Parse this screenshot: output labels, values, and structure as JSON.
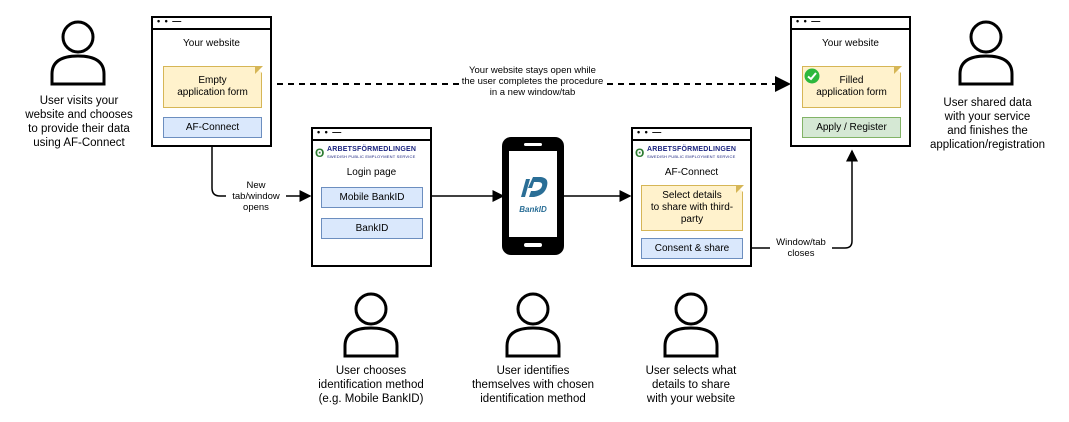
{
  "actors": {
    "visitor_caption": [
      "User visits your",
      "website and chooses",
      "to provide their data",
      "using AF-Connect"
    ],
    "shared_caption": [
      "User shared data",
      "with your service",
      "and finishes the",
      "application/registration"
    ],
    "chooses_caption": [
      "User chooses",
      "identification method",
      "(e.g. Mobile BankID)"
    ],
    "identifies_caption": [
      "User identifies",
      "themselves with chosen",
      "identification method"
    ],
    "selects_caption": [
      "User selects what",
      "details to share",
      "with your website"
    ]
  },
  "website_start": {
    "title": "Your website",
    "form_note": [
      "Empty",
      "application form"
    ],
    "afconnect_button": "AF-Connect"
  },
  "login": {
    "logo_name": "ARBETSFÖRMEDLINGEN",
    "logo_sub": "SWEDISH PUBLIC EMPLOYMENT SERVICE",
    "title": "Login page",
    "mobile_bankid_button": "Mobile BankID",
    "bankid_button": "BankID"
  },
  "phone": {
    "logo_label": "BankID"
  },
  "afconnect": {
    "logo_name": "ARBETSFÖRMEDLINGEN",
    "logo_sub": "SWEDISH PUBLIC EMPLOYMENT SERVICE",
    "title": "AF-Connect",
    "select_note": [
      "Select details",
      "to share with third-",
      "party"
    ],
    "consent_button": "Consent & share"
  },
  "website_end": {
    "title": "Your website",
    "form_note": [
      "Filled",
      "application form"
    ],
    "apply_button": "Apply / Register"
  },
  "edges": {
    "stays_open": [
      "Your website stays open while",
      "the user completes the procedure",
      "in a new window/tab"
    ],
    "new_tab": [
      "New",
      "tab/window",
      "opens"
    ],
    "closes": [
      "Window/tab",
      "closes"
    ]
  },
  "colors": {
    "note_fill": "#fff2cc",
    "note_stroke": "#d6b656",
    "button_fill": "#dae8fc",
    "button_stroke": "#6c8ebf",
    "green_fill": "#d5e8d4",
    "green_stroke": "#82b366",
    "check": "#2db83d"
  }
}
